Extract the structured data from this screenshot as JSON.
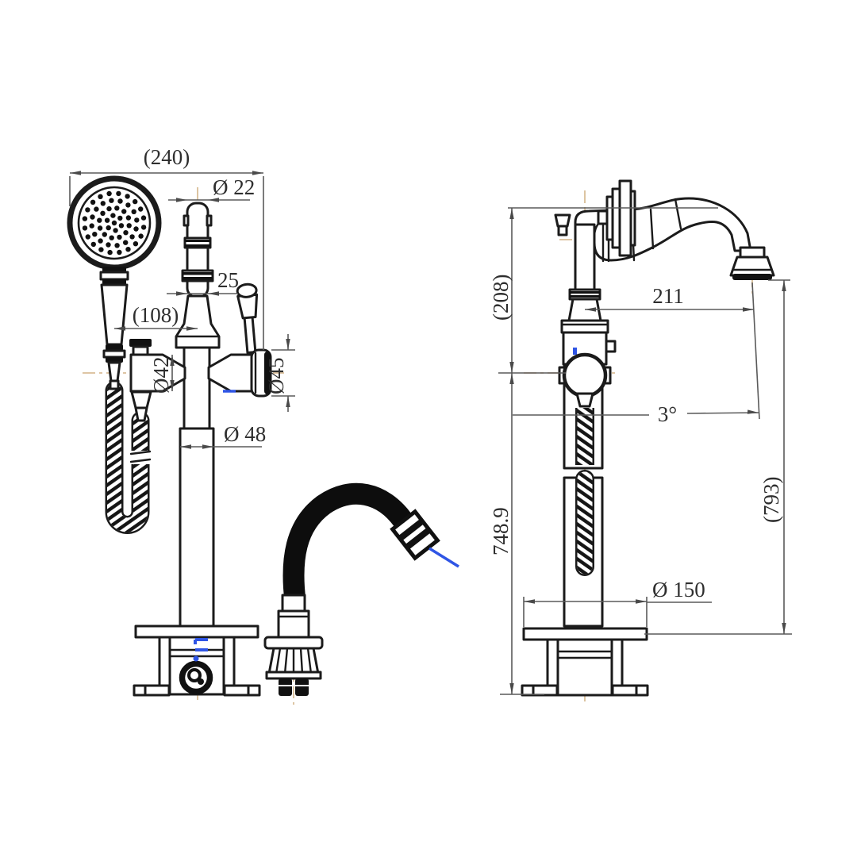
{
  "drawing": {
    "kind": "technical dimension drawing",
    "subject": "freestanding bathtub faucet with hand shower and flexible spout",
    "colors": {
      "background": "#ffffff",
      "outline": "#1b1b1b",
      "dimension_lines": "#5a5a5a",
      "centerline": "#d9bd97",
      "highlight_blue": "#2f55e5",
      "hose_black": "#111111"
    },
    "front_view": {
      "dimensions": {
        "overall_width": "(240)",
        "riser_top_diameter": "Ø 22",
        "riser_neck_width": "25",
        "handshower_offset": "(108)",
        "body_diameter": "Ø42",
        "handle_hub_diameter": "Ø45",
        "column_diameter": "Ø 48"
      }
    },
    "side_view": {
      "dimensions": {
        "upper_section_height": "(208)",
        "spout_reach": "211",
        "spout_angle": "3°",
        "holder_height": "748.9",
        "spout_outlet_height": "(793)",
        "base_diameter": "Ø 150"
      }
    }
  }
}
